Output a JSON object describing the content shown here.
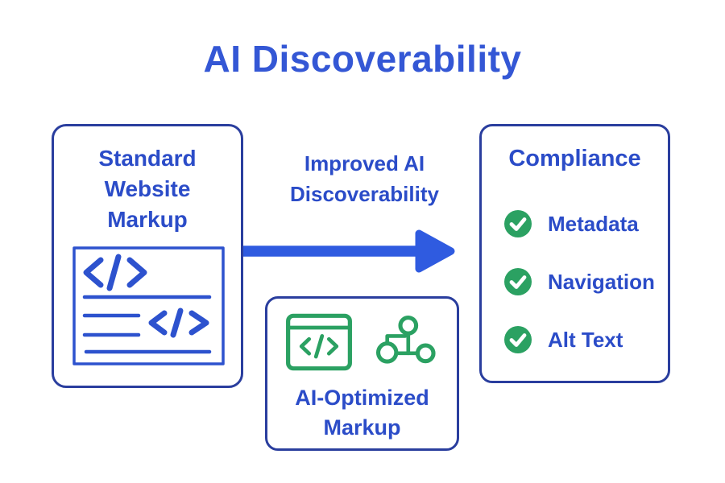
{
  "title": "AI Discoverability",
  "colors": {
    "background": "#FFFFFF",
    "title_blue": "#3457D5",
    "text_blue": "#2B4CC8",
    "border_navy": "#2A3E9E",
    "arrow_blue": "#2F5BE0",
    "icon_blue": "#2D52CE",
    "green": "#2BA162",
    "check_white": "#FFFFFF"
  },
  "left_box": {
    "label": "Standard\nWebsite\nMarkup",
    "icon": "code-document-icon"
  },
  "flow": {
    "label": "Improved AI\nDiscoverability",
    "icon": "arrow-right-icon"
  },
  "bottom_box": {
    "label": "AI-Optimized\nMarkup",
    "icons": [
      "code-window-icon",
      "node-graph-icon"
    ]
  },
  "right_box": {
    "title": "Compliance",
    "items": [
      {
        "label": "Metadata",
        "icon": "check-circle-icon"
      },
      {
        "label": "Navigation",
        "icon": "check-circle-icon"
      },
      {
        "label": "Alt Text",
        "icon": "check-circle-icon"
      }
    ]
  }
}
